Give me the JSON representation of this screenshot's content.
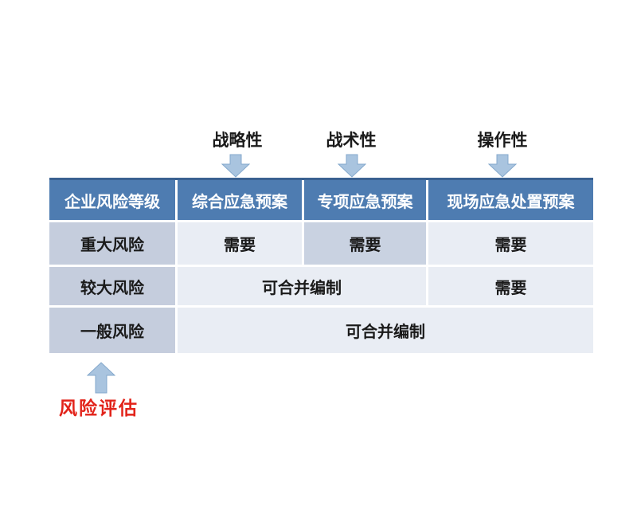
{
  "top_labels": [
    {
      "label": "战略性"
    },
    {
      "label": "战术性"
    },
    {
      "label": "操作性"
    }
  ],
  "table": {
    "header": [
      "企业风险等级",
      "综合应急预案",
      "专项应急预案",
      "现场应急处置预案"
    ],
    "rows": [
      {
        "level": "重大风险",
        "cells": [
          "需要",
          "需要",
          "需要"
        ]
      },
      {
        "level": "较大风险",
        "cells": [
          "可合并编制",
          "需要"
        ]
      },
      {
        "level": "一般风险",
        "cells": [
          "可合并编制"
        ]
      }
    ]
  },
  "bottom_annotation": {
    "label": "风险评估"
  },
  "icons": {
    "down_arrows": "down-arrow-icon",
    "up_arrow": "up-arrow-icon"
  },
  "colors": {
    "header_bg": "#4E7CB1",
    "header_text": "#FFFFFF",
    "header_top_border": "#3A6191",
    "level_cell_bg": "#C5CDDD",
    "light_cell_bg": "#E9EDF4",
    "accent_cell_bg": "#C9D2E1",
    "arrow_fill": "#A9C4DF",
    "arrow_stroke": "#84A8CC",
    "annotation_red": "#E2231A",
    "body_text": "#1A1A1A"
  }
}
